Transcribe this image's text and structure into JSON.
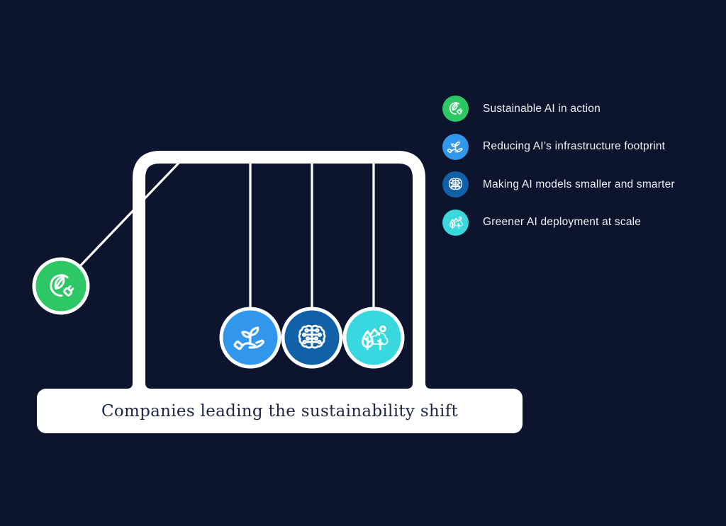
{
  "background_color": "#0c142e",
  "legend": {
    "items": [
      {
        "label": "Sustainable AI in action",
        "icon": "leaf-plug-icon",
        "color": "#2dc765"
      },
      {
        "label": "Reducing AI’s infrastructure footprint",
        "icon": "hand-plant-icon",
        "color": "#3197ec"
      },
      {
        "label": "Making AI models smaller and smarter",
        "icon": "brain-circuit-icon",
        "color": "#1061a8"
      },
      {
        "label": "Greener AI deployment at scale",
        "icon": "trees-icon",
        "color": "#38d8de"
      }
    ]
  },
  "cradle": {
    "frame_color": "#ffffff",
    "balls": [
      {
        "icon": "leaf-plug-icon",
        "color": "#2dc765",
        "state": "swung-out-left"
      },
      {
        "icon": "hand-plant-icon",
        "color": "#3197ec",
        "state": "hanging"
      },
      {
        "icon": "brain-circuit-icon",
        "color": "#1061a8",
        "state": "hanging"
      },
      {
        "icon": "trees-icon",
        "color": "#38d8de",
        "state": "hanging"
      }
    ]
  },
  "caption": {
    "label": "Companies leading the sustainability shift",
    "bar_color": "#ffffff",
    "text_color": "#1d2743"
  }
}
